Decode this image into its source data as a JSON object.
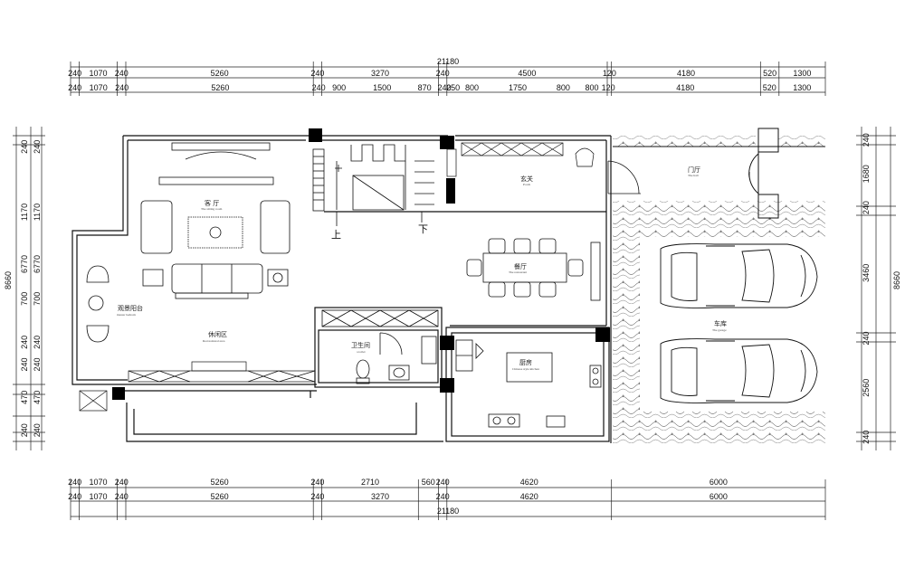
{
  "dims": {
    "top_total": "21180",
    "top_row1": [
      "240",
      "1070",
      "240",
      "5260",
      "240",
      "3270",
      "240",
      "4500",
      "120",
      "4180",
      "520",
      "1300"
    ],
    "top_row2": [
      "240",
      "1070",
      "240",
      "5260",
      "240",
      "900",
      "1500",
      "870",
      "240",
      "250",
      "800",
      "1750",
      "800",
      "800",
      "120",
      "4180",
      "520",
      "1300"
    ],
    "bottom_total": "21180",
    "bottom_row1": [
      "240",
      "1070",
      "240",
      "5260",
      "240",
      "2710",
      "560",
      "240",
      "4620",
      "6000"
    ],
    "bottom_row2": [
      "240",
      "1070",
      "240",
      "5260",
      "240",
      "3270",
      "240",
      "4620",
      "6000"
    ],
    "left_total": "8660",
    "left_mid": "6770",
    "left_parts": [
      "240",
      "1170",
      "700",
      "240",
      "240",
      "470",
      "240"
    ],
    "right_total": "8660",
    "right_parts": [
      "240",
      "1680",
      "240",
      "3460",
      "240",
      "2560",
      "240"
    ]
  },
  "rooms": {
    "living": {
      "cn": "客 厅",
      "en": "The sitting room"
    },
    "balcony": {
      "cn": "观景阳台",
      "en": "master bedrom"
    },
    "leisure": {
      "cn": "休闲区",
      "en": "Recreational area"
    },
    "porch": {
      "cn": "玄关",
      "en": "Porch"
    },
    "dining": {
      "cn": "餐厅",
      "en": "The restaurant"
    },
    "toilet": {
      "cn": "卫生间",
      "en": "a toilet"
    },
    "kitchen": {
      "cn": "厨房",
      "en": "Chinese style kitchen"
    },
    "hall": {
      "cn": "门厅",
      "en": "The hall"
    },
    "garage": {
      "cn": "车库",
      "en": "The garage"
    }
  },
  "stairs": {
    "up": "上",
    "down": "下"
  }
}
